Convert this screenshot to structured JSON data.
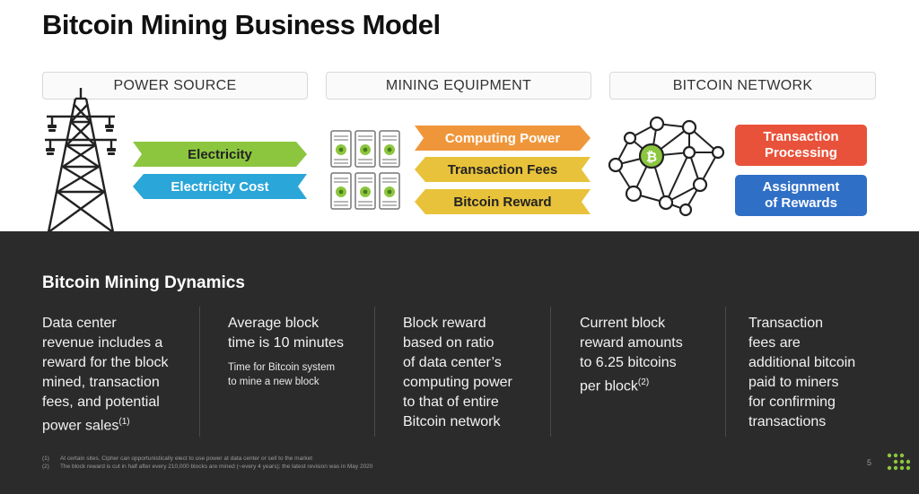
{
  "title": "Bitcoin Mining Business Model",
  "sections": {
    "power": "POWER SOURCE",
    "equipment": "MINING EQUIPMENT",
    "network": "BITCOIN NETWORK"
  },
  "flows": {
    "electricity": "Electricity",
    "electricity_cost": "Electricity Cost",
    "computing_power": "Computing Power",
    "transaction_fees": "Transaction Fees",
    "bitcoin_reward": "Bitcoin Reward"
  },
  "network_boxes": {
    "processing": "Transaction\nProcessing",
    "rewards": "Assignment\nof Rewards"
  },
  "network_icon": {
    "symbol": "₿"
  },
  "colors": {
    "green": "#8cc63f",
    "blue": "#2aa6d8",
    "orange": "#f0963a",
    "yellow": "#e8c23a",
    "red": "#e9523a",
    "deep_blue": "#2f6fc6",
    "dark_bg": "#2b2b2b"
  },
  "dynamics": {
    "title": "Bitcoin Mining Dynamics",
    "columns": [
      {
        "main": "Data center\nrevenue includes a\nreward for the block\nmined, transaction\nfees, and potential\npower sales",
        "sup": "(1)",
        "sub": ""
      },
      {
        "main": "Average block\ntime is 10 minutes",
        "sup": "",
        "sub": "Time for Bitcoin system\nto mine a new block"
      },
      {
        "main": "Block reward\nbased on ratio\nof data center’s\ncomputing power\nto that of entire\nBitcoin network",
        "sup": "",
        "sub": ""
      },
      {
        "main": "Current block\nreward amounts\nto 6.25 bitcoins\nper block",
        "sup": "(2)",
        "sub": ""
      },
      {
        "main": "Transaction\nfees are\nadditional bitcoin\npaid to miners\nfor confirming\ntransactions",
        "sup": "",
        "sub": ""
      }
    ]
  },
  "footnotes": [
    {
      "num": "(1)",
      "text": "At certain sites, Cipher can opportunistically elect to use power at data center or sell to the market"
    },
    {
      "num": "(2)",
      "text": "The block reward is cut in half after every 210,000 blocks are mined (~every 4 years); the latest revision was in May 2020"
    }
  ],
  "page_number": "5"
}
